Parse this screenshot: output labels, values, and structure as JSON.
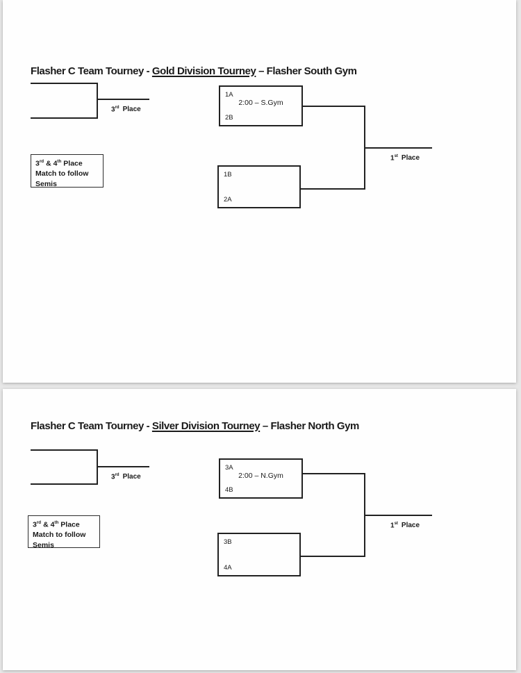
{
  "colors": {
    "background": "#e7e7e7",
    "page": "#fefefe",
    "line": "#212121",
    "text": "#1a1a1a"
  },
  "pages": [
    {
      "title": {
        "prefix": "Flasher C Team Tourney - ",
        "underlined": "Gold Division Tourney",
        "suffix": " – Flasher South Gym"
      },
      "consolation": {
        "place_num": "3",
        "place_sup": "rd",
        "place_word": "Place",
        "info_line1_a": "3",
        "info_line1_a_sup": "rd",
        "info_line1_b": " & 4",
        "info_line1_b_sup": "th",
        "info_line1_c": " Place",
        "info_line2": "Match to follow",
        "info_line3": "Semis"
      },
      "semifinal_top": {
        "seed_top": "1A",
        "time_note": "2:00 – S.Gym",
        "seed_bottom": "2B"
      },
      "semifinal_bottom": {
        "seed_top": "1B",
        "seed_bottom": "2A"
      },
      "final": {
        "place_num": "1",
        "place_sup": "st",
        "place_word": "Place"
      }
    },
    {
      "title": {
        "prefix": "Flasher C Team Tourney - ",
        "underlined": "Silver Division Tourney",
        "suffix": " – Flasher North Gym"
      },
      "consolation": {
        "place_num": "3",
        "place_sup": "rd",
        "place_word": "Place",
        "info_line1_a": "3",
        "info_line1_a_sup": "rd",
        "info_line1_b": " & 4",
        "info_line1_b_sup": "th",
        "info_line1_c": " Place",
        "info_line2": "Match to follow",
        "info_line3": "Semis"
      },
      "semifinal_top": {
        "seed_top": "3A",
        "time_note": "2:00 – N.Gym",
        "seed_bottom": "4B"
      },
      "semifinal_bottom": {
        "seed_top": "3B",
        "seed_bottom": "4A"
      },
      "final": {
        "place_num": "1",
        "place_sup": "st",
        "place_word": "Place"
      }
    }
  ]
}
